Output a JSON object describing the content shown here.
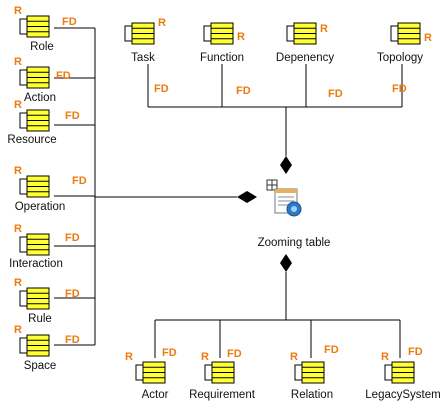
{
  "center": {
    "label": "Zooming table",
    "icon": "zooming-table-icon"
  },
  "colors": {
    "component_fill": "#ffff33",
    "tag": "#ee7a10",
    "line": "#000000"
  },
  "left_components": [
    {
      "label": "Role",
      "r": "R",
      "fd": "FD"
    },
    {
      "label": "Action",
      "r": "R",
      "fd": "FD"
    },
    {
      "label": "Resource",
      "r": "R",
      "fd": "FD"
    },
    {
      "label": "Operation",
      "r": "R",
      "fd": "FD"
    },
    {
      "label": "Interaction",
      "r": "R",
      "fd": "FD"
    },
    {
      "label": "Rule",
      "r": "R",
      "fd": "FD"
    },
    {
      "label": "Space",
      "r": "R",
      "fd": "FD"
    }
  ],
  "top_components": [
    {
      "label": "Task",
      "r": "R",
      "fd": "FD"
    },
    {
      "label": "Function",
      "r": "R",
      "fd": "FD"
    },
    {
      "label": "Depenency",
      "r": "R",
      "fd": "FD"
    },
    {
      "label": "Topology",
      "r": "R",
      "fd": "FD"
    }
  ],
  "bottom_components": [
    {
      "label": "Actor",
      "r": "R",
      "fd": "FD"
    },
    {
      "label": "Requirement",
      "r": "R",
      "fd": "FD"
    },
    {
      "label": "Relation",
      "r": "R",
      "fd": "FD"
    },
    {
      "label": "LegacySystem",
      "r": "R",
      "fd": "FD"
    }
  ]
}
